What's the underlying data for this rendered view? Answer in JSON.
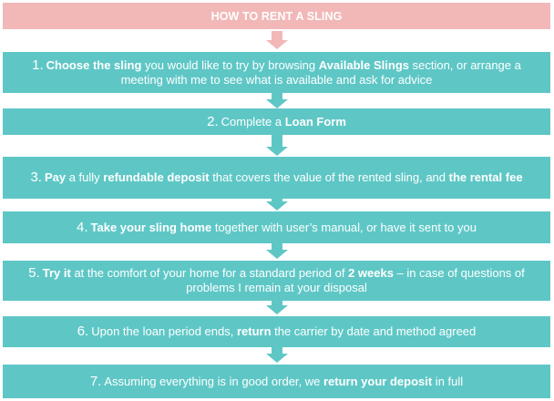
{
  "title": "HOW TO RENT A SLING",
  "colors": {
    "title_bg": "#f2b8b8",
    "step_bg": "#5ec7c6",
    "text": "#ffffff"
  },
  "steps": [
    {
      "num": "1.",
      "parts": [
        {
          "t": "Choose the sling",
          "b": true
        },
        {
          "t": " you would like to try by browsing ",
          "b": false
        },
        {
          "t": "Available Slings",
          "b": true
        },
        {
          "t": " section, or arrange a meeting with me to see what is available and ask for advice",
          "b": false
        }
      ]
    },
    {
      "num": "2.",
      "parts": [
        {
          "t": "Complete a ",
          "b": false
        },
        {
          "t": "Loan Form",
          "b": true
        }
      ]
    },
    {
      "num": "3.",
      "parts": [
        {
          "t": "Pay",
          "b": true
        },
        {
          "t": " a fully ",
          "b": false
        },
        {
          "t": "refundable deposit",
          "b": true
        },
        {
          "t": " that covers the value of the rented sling, and ",
          "b": false
        },
        {
          "t": "the rental fee",
          "b": true
        }
      ]
    },
    {
      "num": "4.",
      "parts": [
        {
          "t": "Take your sling home",
          "b": true
        },
        {
          "t": " together with user’s manual, or have it sent to you",
          "b": false
        }
      ]
    },
    {
      "num": "5.",
      "parts": [
        {
          "t": "Try it",
          "b": true
        },
        {
          "t": " at the comfort of your home for a standard period of ",
          "b": false
        },
        {
          "t": "2 weeks",
          "b": true
        },
        {
          "t": " – in case of questions of problems I remain at your disposal",
          "b": false
        }
      ]
    },
    {
      "num": "6.",
      "parts": [
        {
          "t": "Upon the loan period ends, ",
          "b": false
        },
        {
          "t": "return",
          "b": true
        },
        {
          "t": " the carrier by date and method agreed",
          "b": false
        }
      ]
    },
    {
      "num": "7.",
      "parts": [
        {
          "t": "Assuming everything is in good order, we ",
          "b": false
        },
        {
          "t": "return your deposit",
          "b": true
        },
        {
          "t": " in full",
          "b": false
        }
      ]
    }
  ]
}
